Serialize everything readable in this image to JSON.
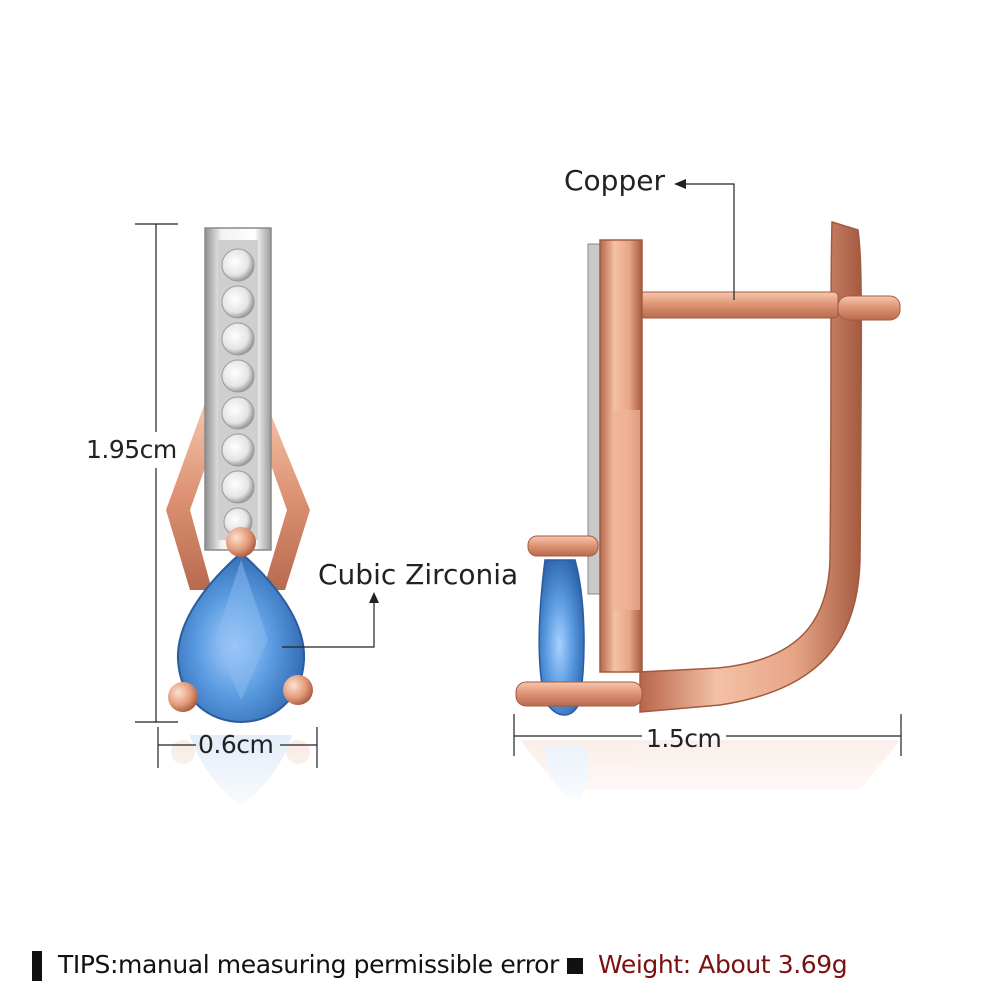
{
  "labels": {
    "height": "1.95cm",
    "front_width": "0.6cm",
    "side_width": "1.5cm",
    "copper": "Copper",
    "stone": "Cubic Zirconia"
  },
  "footer": {
    "tips": "TIPS:manual measuring permissible error",
    "weight": "Weight: About 3.69g"
  },
  "colors": {
    "rose_gold": "#e3a083",
    "blue_stone": "#4f8fd6",
    "silver": "#d9d9d9",
    "weight_text": "#7a1010"
  }
}
